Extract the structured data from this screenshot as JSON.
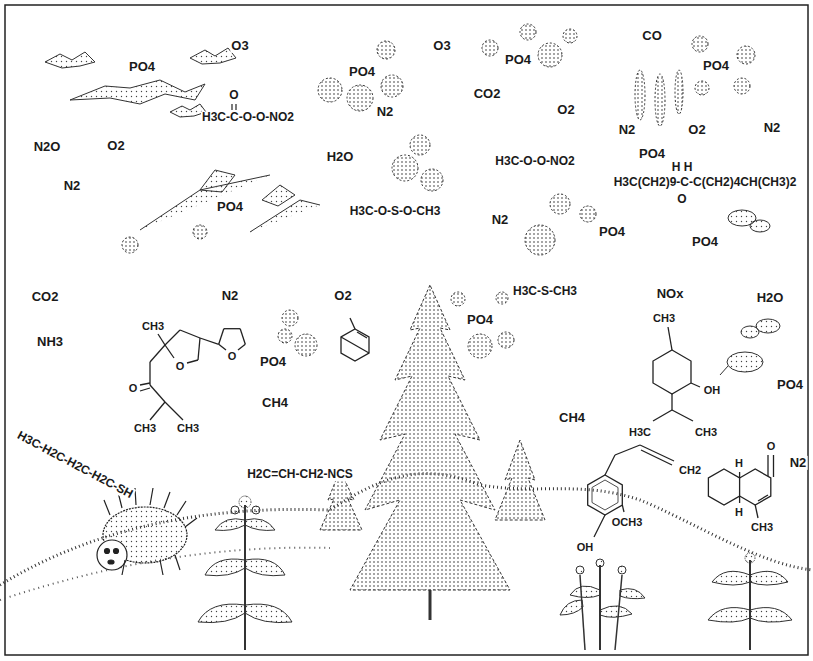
{
  "diagram": {
    "labels": [
      "PO4",
      "O3",
      "PO4",
      "O3",
      "PO4",
      "CO",
      "PO4",
      "CO2",
      "O",
      "H3C-C-O-O-NO2",
      "N2",
      "O2",
      "N2",
      "PO4",
      "O2",
      "N2",
      "N2O",
      "O2",
      "H2O",
      "H3C-O-O-NO2",
      "H H",
      "H3C(CH2)9-C-C(CH2)4CH(CH3)2",
      "O",
      "N2",
      "PO4",
      "H3C-O-S-O-CH3",
      "N2",
      "PO4",
      "PO4",
      "CO2",
      "N2",
      "O2",
      "H3C-S-CH3",
      "NOx",
      "H2O",
      "PO4",
      "CH3",
      "NH3",
      "O",
      "O",
      "O",
      "CH3",
      "CH3",
      "PO4",
      "CH3",
      "OH",
      "H3C",
      "CH3",
      "PO4",
      "CH4",
      "CH4",
      "O",
      "N2",
      "H",
      "H",
      "CH3",
      "H3C-H2C-H2C-H2C-SH",
      "H2C=CH-CH2-NCS",
      "CH2",
      "OCH3",
      "OH"
    ]
  }
}
